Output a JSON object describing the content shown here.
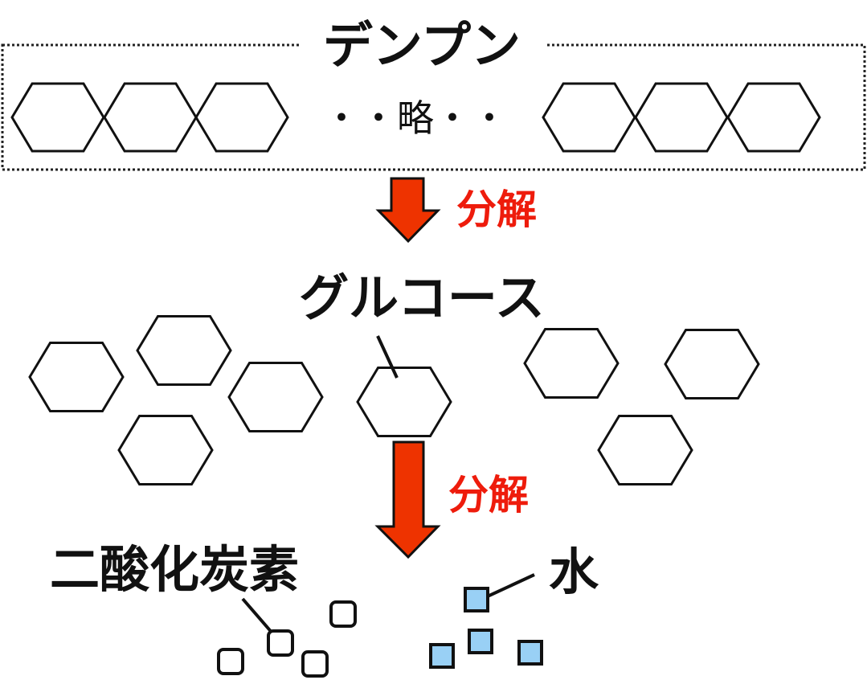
{
  "starch": {
    "title": "デンプン",
    "omitted": "・・略・・"
  },
  "step1": {
    "label": "分解"
  },
  "glucose": {
    "title": "グルコース"
  },
  "step2": {
    "label": "分解"
  },
  "co2": {
    "title": "二酸化炭素"
  },
  "water": {
    "title": "水"
  },
  "colors": {
    "arrow": "#ee3300",
    "label_red": "#ee1c0c",
    "water_fill": "#99d0f5",
    "stroke": "#111111"
  }
}
